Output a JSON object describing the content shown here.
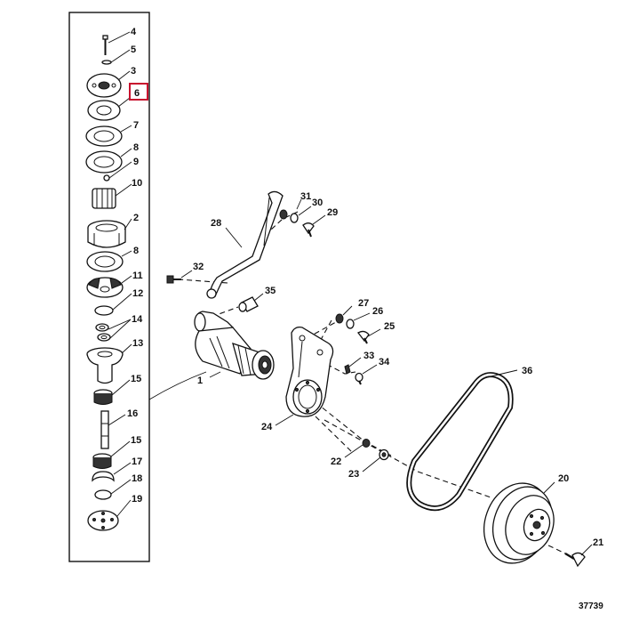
{
  "diagram": {
    "highlight_color": "#c8102e",
    "highlighted_callout": "6",
    "reference_number": "37739",
    "callouts": {
      "c4": "4",
      "c5": "5",
      "c3": "3",
      "c6": "6",
      "c7": "7",
      "c8a": "8",
      "c9": "9",
      "c10": "10",
      "c2": "2",
      "c8b": "8",
      "c11": "11",
      "c12": "12",
      "c14": "14",
      "c13": "13",
      "c15a": "15",
      "c16": "16",
      "c15b": "15",
      "c17": "17",
      "c18": "18",
      "c19": "19",
      "c31": "31",
      "c30": "30",
      "c29": "29",
      "c28": "28",
      "c32": "32",
      "c35": "35",
      "c27": "27",
      "c26": "26",
      "c25": "25",
      "c33": "33",
      "c34": "34",
      "c1": "1",
      "c36": "36",
      "c24": "24",
      "c22": "22",
      "c23": "23",
      "c20": "20",
      "c21": "21"
    }
  }
}
